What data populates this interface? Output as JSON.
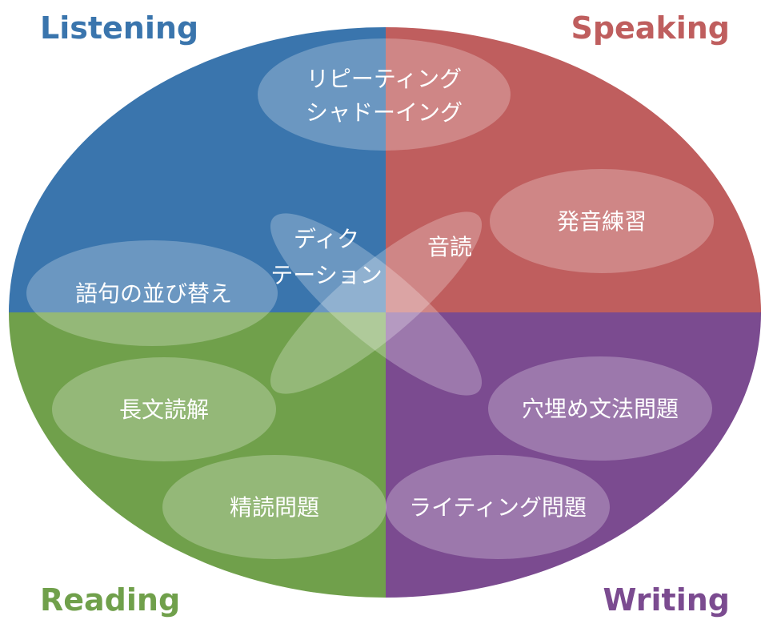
{
  "quadrants": {
    "listening": {
      "label": "Listening",
      "color": "#3a75ad"
    },
    "speaking": {
      "label": "Speaking",
      "color": "#bf5e5e"
    },
    "reading": {
      "label": "Reading",
      "color": "#70a04b"
    },
    "writing": {
      "label": "Writing",
      "color": "#7b4b90"
    }
  },
  "activities": {
    "repeating": "リピーティング",
    "shadowing": "シャドーイング",
    "pronunciation": "発音練習",
    "dictation_1": "ディク",
    "dictation_2": "テーション",
    "reading_aloud": "音読",
    "word_order": "語句の並び替え",
    "long_reading": "長文読解",
    "close_reading": "精読問題",
    "fill_in_grammar": "穴埋め文法問題",
    "writing_task": "ライティング問題"
  }
}
